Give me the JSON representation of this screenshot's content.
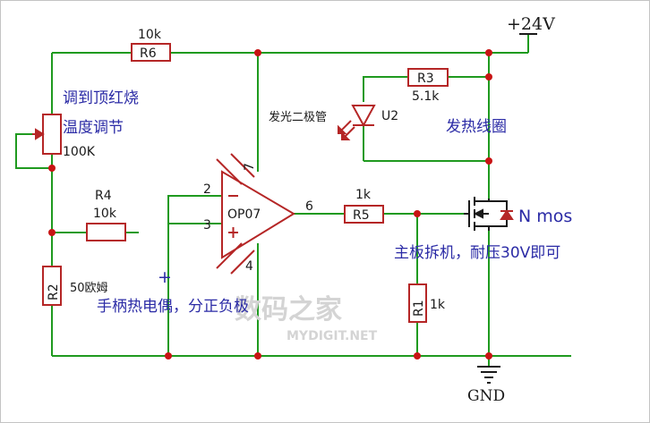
{
  "components": {
    "r6": {
      "name": "R6",
      "value": "10k"
    },
    "r4": {
      "name": "R4",
      "value": "10k"
    },
    "r3": {
      "name": "R3",
      "value": "5.1k"
    },
    "r5": {
      "name": "R5",
      "value": "1k"
    },
    "r1": {
      "name": "R1",
      "value": "1k"
    },
    "r2": {
      "name": "R2",
      "value": "50欧姆"
    },
    "pot": {
      "value": "100K"
    },
    "opamp": {
      "name": "OP07",
      "pin_inverting": "2",
      "pin_noninverting": "3",
      "pin_output": "6",
      "pin_vplus": "7",
      "pin_vminus": "4"
    },
    "led": {
      "name": "U2"
    },
    "supply": {
      "label": "+24V"
    },
    "ground": {
      "label": "GND"
    }
  },
  "notes": {
    "pot_line1": "调到顶红烧",
    "pot_line2": "温度调节",
    "led_label": "发光二极管",
    "heater": "发热线圈",
    "mosfet": "N mos",
    "mosfet_note": "主板拆机，耐压30V即可",
    "thermocouple": "手柄热电偶，分正负极",
    "plus_sign": "+"
  },
  "watermark": {
    "brand": "数码之家",
    "url": "MYDIGIT.NET"
  },
  "colors": {
    "wire": "#1f9a1f",
    "component": "#b52626",
    "junction": "#c81414",
    "text_note": "#2b2ba6",
    "text_label": "#1a1a1a",
    "ground_symbol": "#1a1a1a"
  }
}
